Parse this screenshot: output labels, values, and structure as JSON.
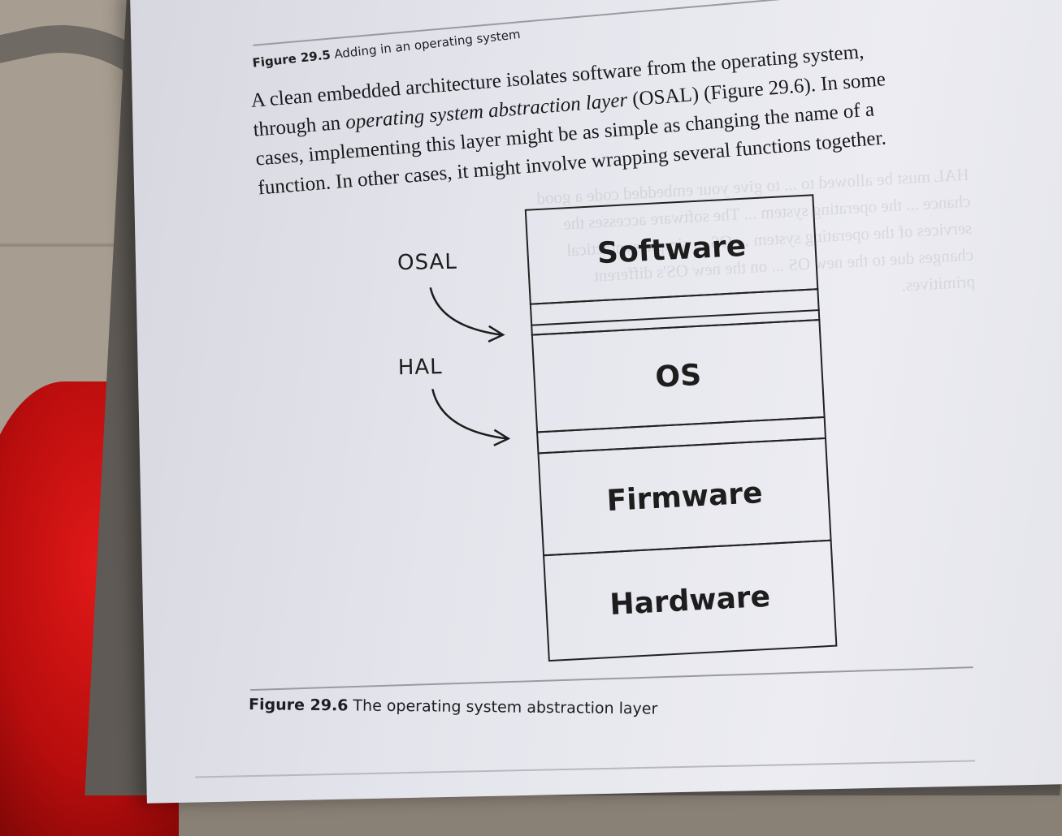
{
  "figure_top": {
    "number": "Figure 29.5",
    "title": "Adding in an operating system"
  },
  "paragraph": {
    "line1": "A clean embedded architecture isolates software from the operating system,",
    "line2_pre": "through an ",
    "line2_em": "operating system abstraction layer",
    "line2_post": " (OSAL) (Figure 29.6). In some",
    "line3": "cases, implementing this layer might be as simple as changing the name of a",
    "line4": "function. In other cases, it might involve wrapping several functions together."
  },
  "diagram": {
    "layers": [
      "Software",
      "OS",
      "Firmware",
      "Hardware"
    ],
    "labels": [
      "OSAL",
      "HAL"
    ]
  },
  "figure_bottom": {
    "number": "Figure 29.6",
    "title": "The operating system abstraction layer"
  }
}
